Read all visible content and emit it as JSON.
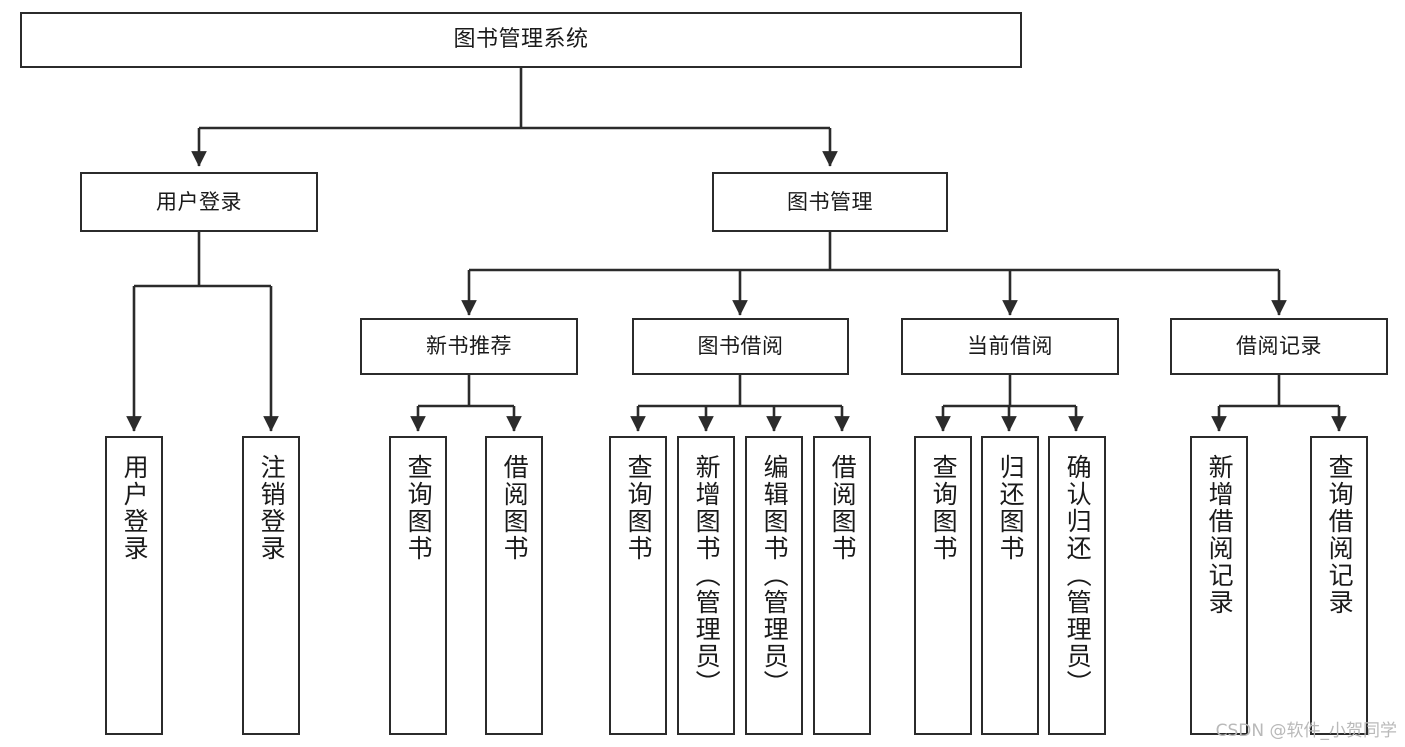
{
  "diagram": {
    "title": "图书管理系统",
    "type": "tree",
    "watermark": "CSDN @软件_小贺同学",
    "nodes": {
      "root": {
        "label": "图书管理系统"
      },
      "level2": [
        {
          "id": "user-login",
          "label": "用户登录"
        },
        {
          "id": "book-manage",
          "label": "图书管理"
        }
      ],
      "level3": [
        {
          "id": "new-book-rec",
          "label": "新书推荐"
        },
        {
          "id": "book-borrow",
          "label": "图书借阅"
        },
        {
          "id": "current-borrow",
          "label": "当前借阅"
        },
        {
          "id": "borrow-record",
          "label": "借阅记录"
        }
      ],
      "leaves": {
        "user_login": [
          {
            "id": "leaf-user-login",
            "label": "用户登录"
          },
          {
            "id": "leaf-user-logout",
            "label": "注销登录"
          }
        ],
        "new_book_rec": [
          {
            "id": "leaf-query-book-1",
            "label": "查询图书"
          },
          {
            "id": "leaf-borrow-book-1",
            "label": "借阅图书"
          }
        ],
        "book_borrow": [
          {
            "id": "leaf-query-book-2",
            "label": "查询图书"
          },
          {
            "id": "leaf-add-book",
            "label": "新增图书（管理员）"
          },
          {
            "id": "leaf-edit-book",
            "label": "编辑图书（管理员）"
          },
          {
            "id": "leaf-borrow-book-2",
            "label": "借阅图书"
          }
        ],
        "current_borrow": [
          {
            "id": "leaf-query-book-3",
            "label": "查询图书"
          },
          {
            "id": "leaf-return-book",
            "label": "归还图书"
          },
          {
            "id": "leaf-confirm-return",
            "label": "确认归还（管理员）"
          }
        ],
        "borrow_record": [
          {
            "id": "leaf-add-record",
            "label": "新增借阅记录"
          },
          {
            "id": "leaf-query-record",
            "label": "查询借阅记录"
          }
        ]
      }
    },
    "colors": {
      "stroke": "#2b2b2b",
      "fill": "#ffffff",
      "text": "#1a1a1a",
      "watermark": "#b9b9b9"
    }
  }
}
